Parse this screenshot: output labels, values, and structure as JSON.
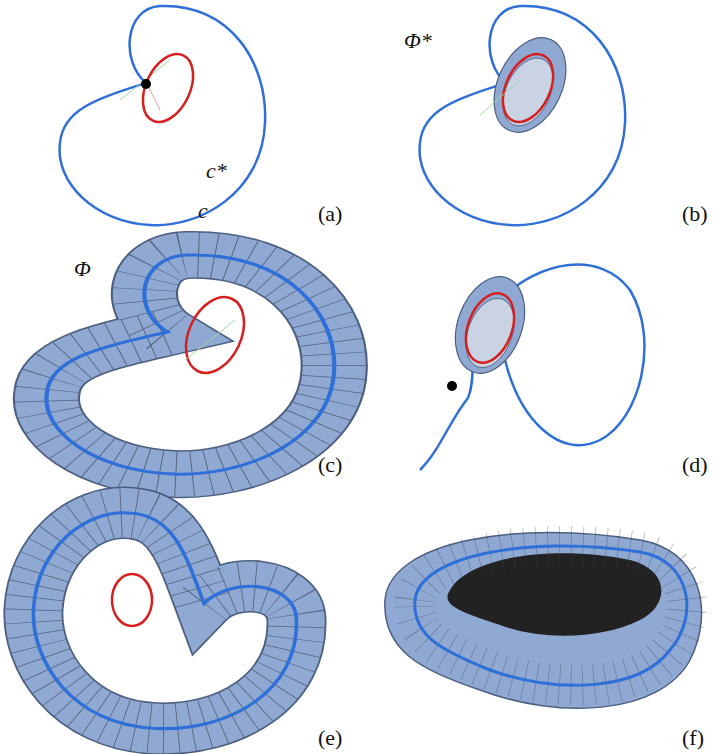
{
  "diagram": {
    "labels": [
      "c*",
      "c",
      "(a)",
      "Φ*",
      "(b)",
      "Φ",
      "(c)",
      "(d)",
      "(e)",
      "(f)"
    ]
  }
}
